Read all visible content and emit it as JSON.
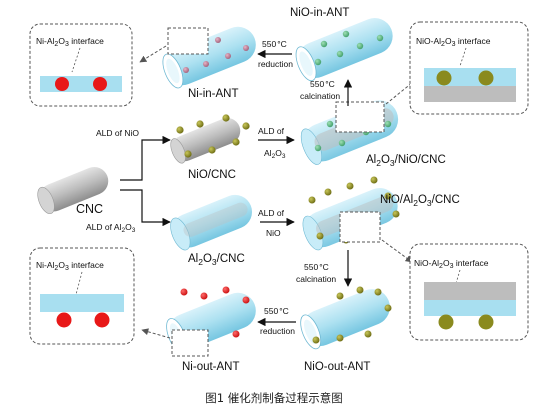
{
  "caption": "图1 催化剂制备过程示意图",
  "colors": {
    "cnc": "#bdbdbd",
    "al2o3": "#a8dff0",
    "nio_particle": "#8a8a1e",
    "ni_particle": "#e81818",
    "interface_ni_box": "Ni-Al2O3 interface",
    "accent": "#6fc9e6"
  },
  "nodes": {
    "cnc": {
      "label": "CNC"
    },
    "nio_cnc": {
      "label": "NiO/CNC"
    },
    "al2o3_cnc": {
      "label": "Al",
      "sub": "2",
      "rest": "O",
      "sub2": "3",
      "tail": "/CNC"
    },
    "al2o3_nio_cnc": {
      "label": "Al",
      "sub": "2",
      "rest": "O",
      "sub2": "3",
      "tail": "/NiO/CNC"
    },
    "nio_al2o3_cnc": {
      "label": "NiO/Al",
      "sub": "2",
      "rest": "O",
      "sub2": "3",
      "tail": "/CNC"
    },
    "nio_in_ant": {
      "label": "NiO-in-ANT"
    },
    "ni_in_ant": {
      "label": "Ni-in-ANT"
    },
    "nio_out_ant": {
      "label": "NiO-out-ANT"
    },
    "ni_out_ant": {
      "label": "Ni-out-ANT"
    }
  },
  "steps": {
    "ald_nio": "ALD of NiO",
    "ald_al2o3_a": "ALD of Al",
    "ald_of": "ALD of",
    "al2o3_word": "Al",
    "nio_word": "NiO",
    "calc_temp": "550",
    "degc": "°C",
    "calcination": "calcination",
    "reduction": "reduction"
  },
  "insets": {
    "ni_top": {
      "prefix": "Ni-Al",
      "sub": "2",
      "mid": "O",
      "sub2": "3",
      "suffix": " interface"
    },
    "nio_top": {
      "prefix": "NiO-Al",
      "sub": "2",
      "mid": "O",
      "sub2": "3",
      "suffix": " interface"
    },
    "nio_bottom": {
      "prefix": "NiO-Al",
      "sub": "2",
      "mid": "O",
      "sub2": "3",
      "suffix": " interface"
    },
    "ni_bottom": {
      "prefix": "Ni-Al",
      "sub": "2",
      "mid": "O",
      "sub2": "3",
      "suffix": " interface"
    }
  }
}
